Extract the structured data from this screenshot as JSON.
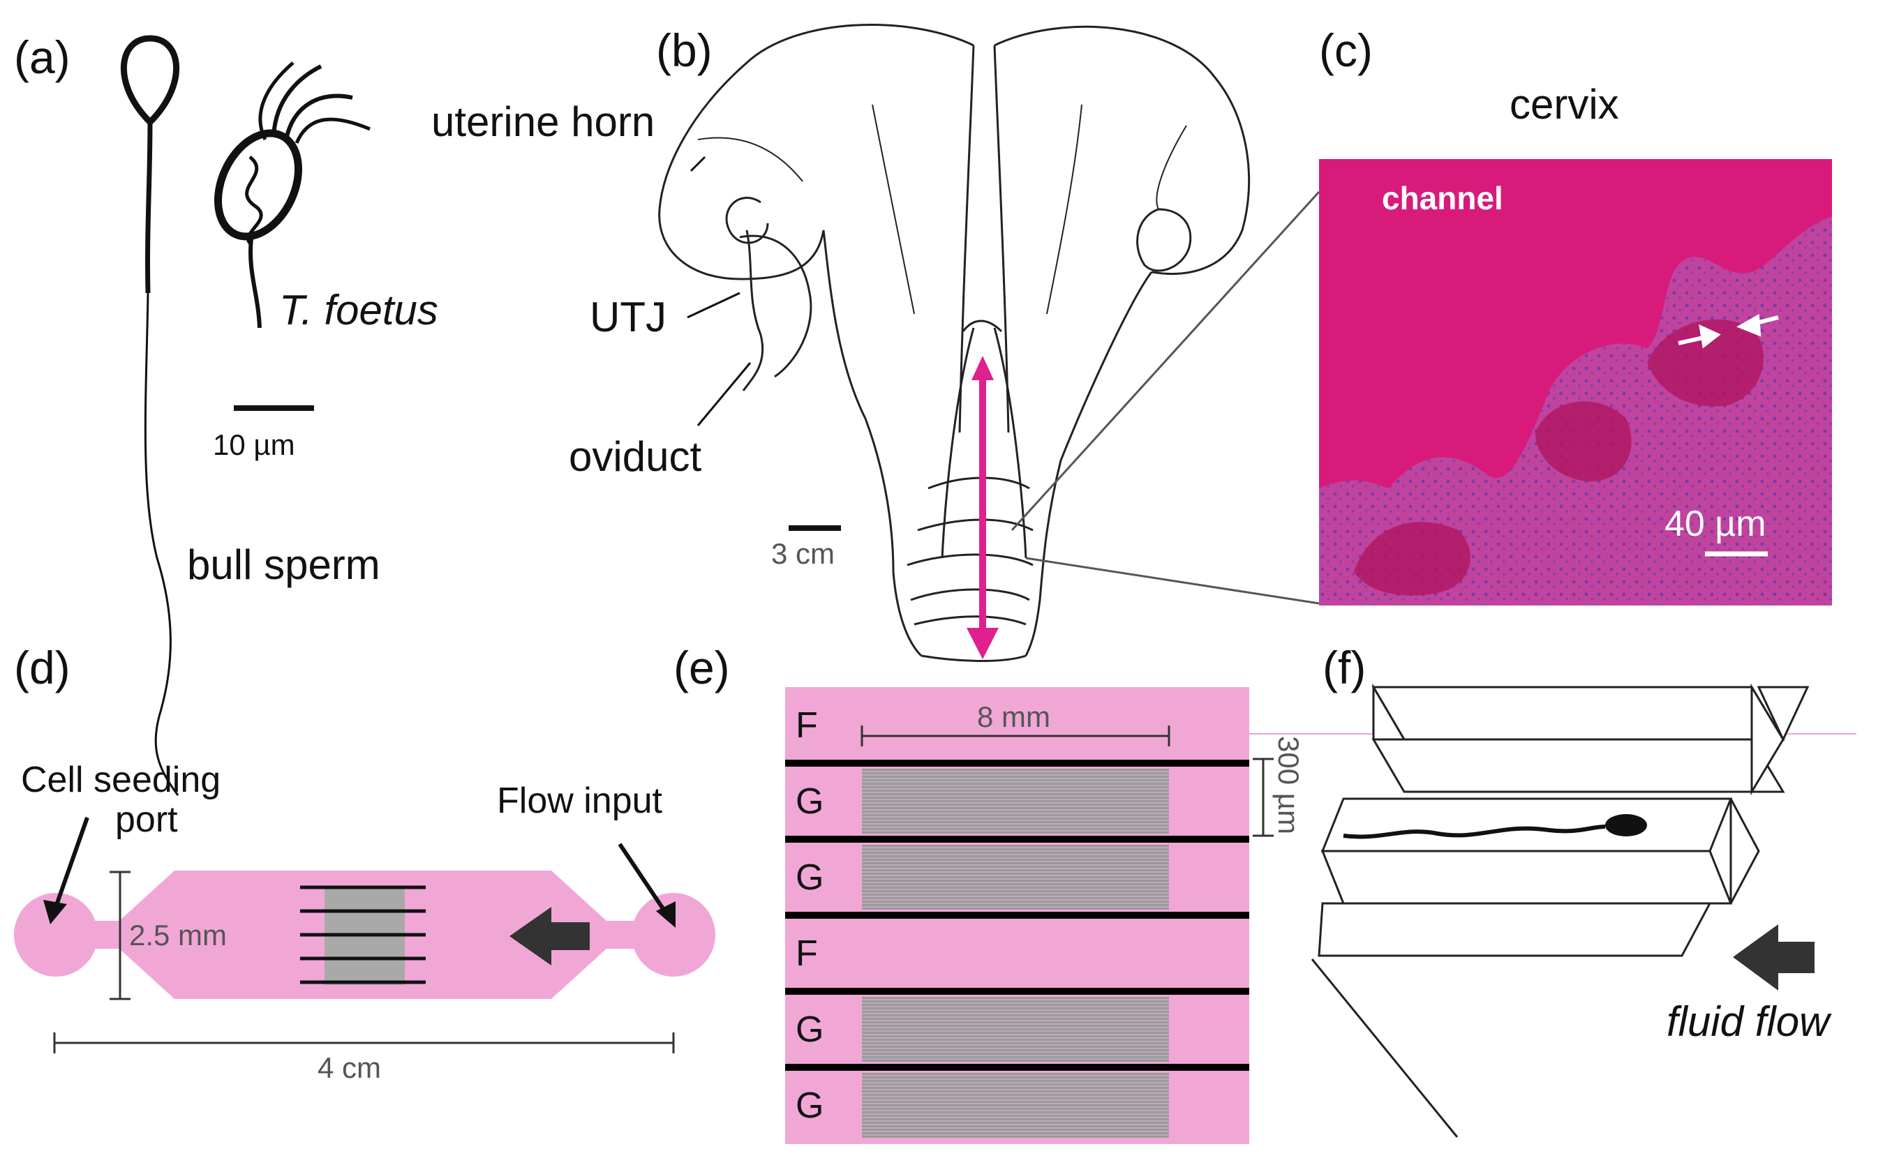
{
  "panels": {
    "a": {
      "letter": "(a)",
      "scale_bar": "10 µm",
      "labels": {
        "t_foetus": "T. foetus",
        "bull_sperm": "bull sperm"
      }
    },
    "b": {
      "letter": "(b)",
      "scale_bar": "3 cm",
      "labels": {
        "uterine_horn": "uterine horn",
        "utj": "UTJ",
        "oviduct": "oviduct"
      }
    },
    "c": {
      "letter": "(c)",
      "title": "cervix",
      "channel_label": "channel",
      "scale_bar": "40 µm"
    },
    "d": {
      "letter": "(d)",
      "cell_seeding_line1": "Cell seeding",
      "cell_seeding_line2": "port",
      "flow_input": "Flow input",
      "width_dim": "2.5 mm",
      "length_dim": "4 cm"
    },
    "e": {
      "letter": "(e)",
      "length_dim": "8 mm",
      "height_dim": "300 µm",
      "rows": [
        "F",
        "G",
        "G",
        "F",
        "G",
        "G"
      ]
    },
    "f": {
      "letter": "(f)",
      "flow_label": "fluid flow"
    }
  },
  "colors": {
    "pink": "#f1a7d6",
    "magenta_arrow": "#e0208f",
    "tissue_magenta": "#d81b7a",
    "tissue_purple": "#b23aa8",
    "gray_ribs": "#8c8c8c"
  }
}
